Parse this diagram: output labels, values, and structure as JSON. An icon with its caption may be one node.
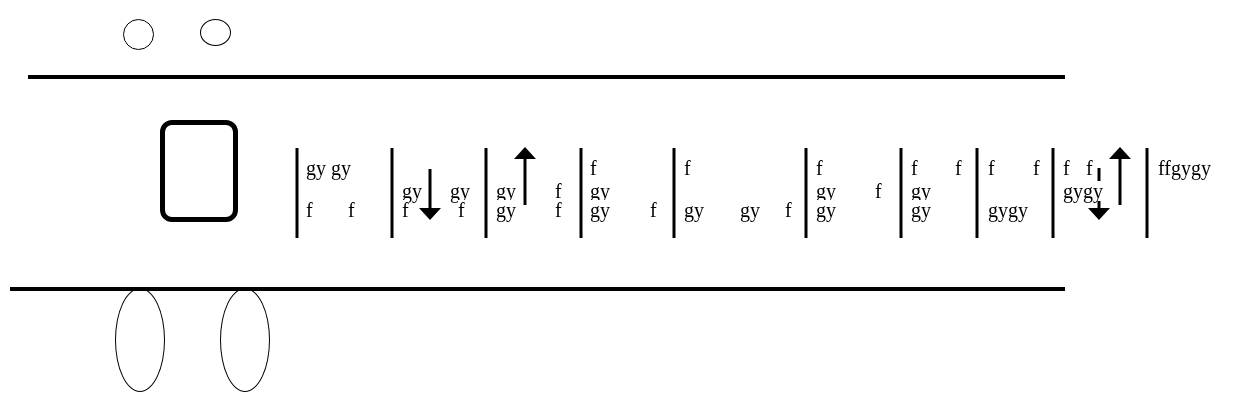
{
  "diagram": {
    "nodes": [
      {
        "text": [],
        "shape": "circle"
      },
      {
        "text": [],
        "shape": "circle"
      },
      {
        "text": [],
        "shape": "box"
      },
      {
        "text": [],
        "shape": "ellipse"
      },
      {
        "text": [],
        "shape": "ellipse"
      }
    ],
    "labels": [
      "gy gy",
      "f",
      "f",
      "gy",
      "gy",
      "f",
      "f",
      "gy",
      "f",
      "gy",
      "f",
      "f",
      "gy",
      "gy",
      "f",
      "f",
      "gy",
      "gy",
      "f",
      "f",
      "gy",
      "f",
      "gy",
      "f",
      "f",
      "gy",
      "gy",
      "f",
      "f",
      "gygy",
      "f",
      "f",
      "gygy",
      "ffgygy"
    ]
  }
}
